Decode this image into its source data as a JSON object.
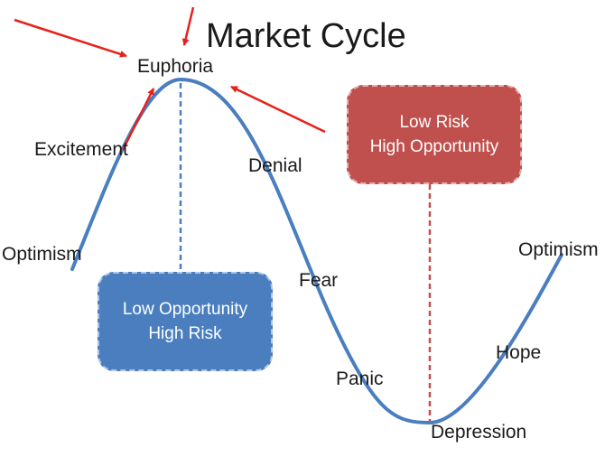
{
  "title": "Market Cycle",
  "stages": {
    "optimism_start": "Optimism",
    "excitement": "Excitement",
    "euphoria": "Euphoria",
    "denial": "Denial",
    "fear": "Fear",
    "panic": "Panic",
    "depression": "Depression",
    "hope": "Hope",
    "optimism_end": "Optimism"
  },
  "boxes": {
    "low_opportunity": {
      "line1": "Low Opportunity",
      "line2": "High Risk",
      "color": "#4a7ebf"
    },
    "low_risk": {
      "line1": "Low Risk",
      "line2": "High Opportunity",
      "color": "#c0504d"
    }
  },
  "colors": {
    "curve": "#4a7ebf",
    "arrows": "#e8201a",
    "peak_guide": "#4a7ebf",
    "trough_guide": "#c0504d"
  }
}
